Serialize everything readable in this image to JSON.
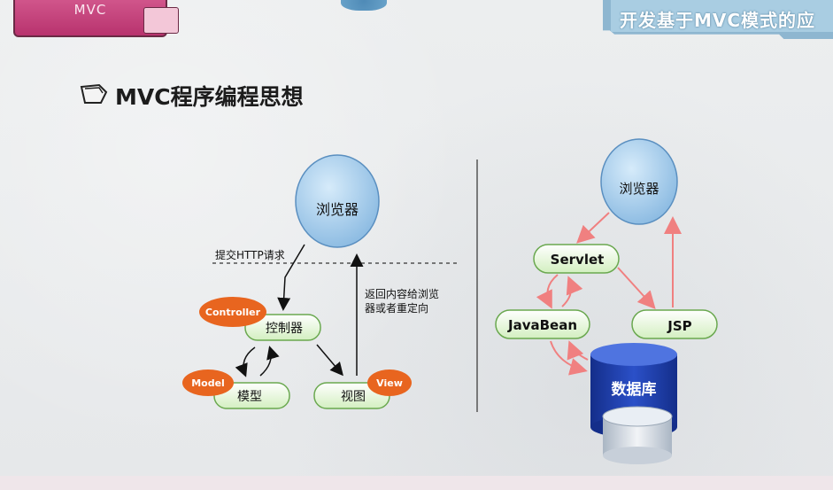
{
  "header": {
    "tab_label": "MVC",
    "banner_text": "开发基于MVC模式的应"
  },
  "slide": {
    "title": "MVC程序编程思想"
  },
  "left_diagram": {
    "browser": "浏览器",
    "submit_label": "提交HTTP请求",
    "return_label_line1": "返回内容给浏览",
    "return_label_line2": "器或者重定向",
    "controller_tag": "Controller",
    "controller_node": "控制器",
    "model_tag": "Model",
    "model_node": "模型",
    "view_tag": "View",
    "view_node": "视图"
  },
  "right_diagram": {
    "browser": "浏览器",
    "servlet": "Servlet",
    "javabean": "JavaBean",
    "jsp": "JSP",
    "database": "数据库"
  },
  "colors": {
    "node_green": "#e8f6dc",
    "node_green_border": "#6aa84f",
    "tag_orange": "#e8651f",
    "browser_blue": "#a9cdea",
    "arrow_pink": "#f08080",
    "db_blue": "#1d3fae"
  }
}
